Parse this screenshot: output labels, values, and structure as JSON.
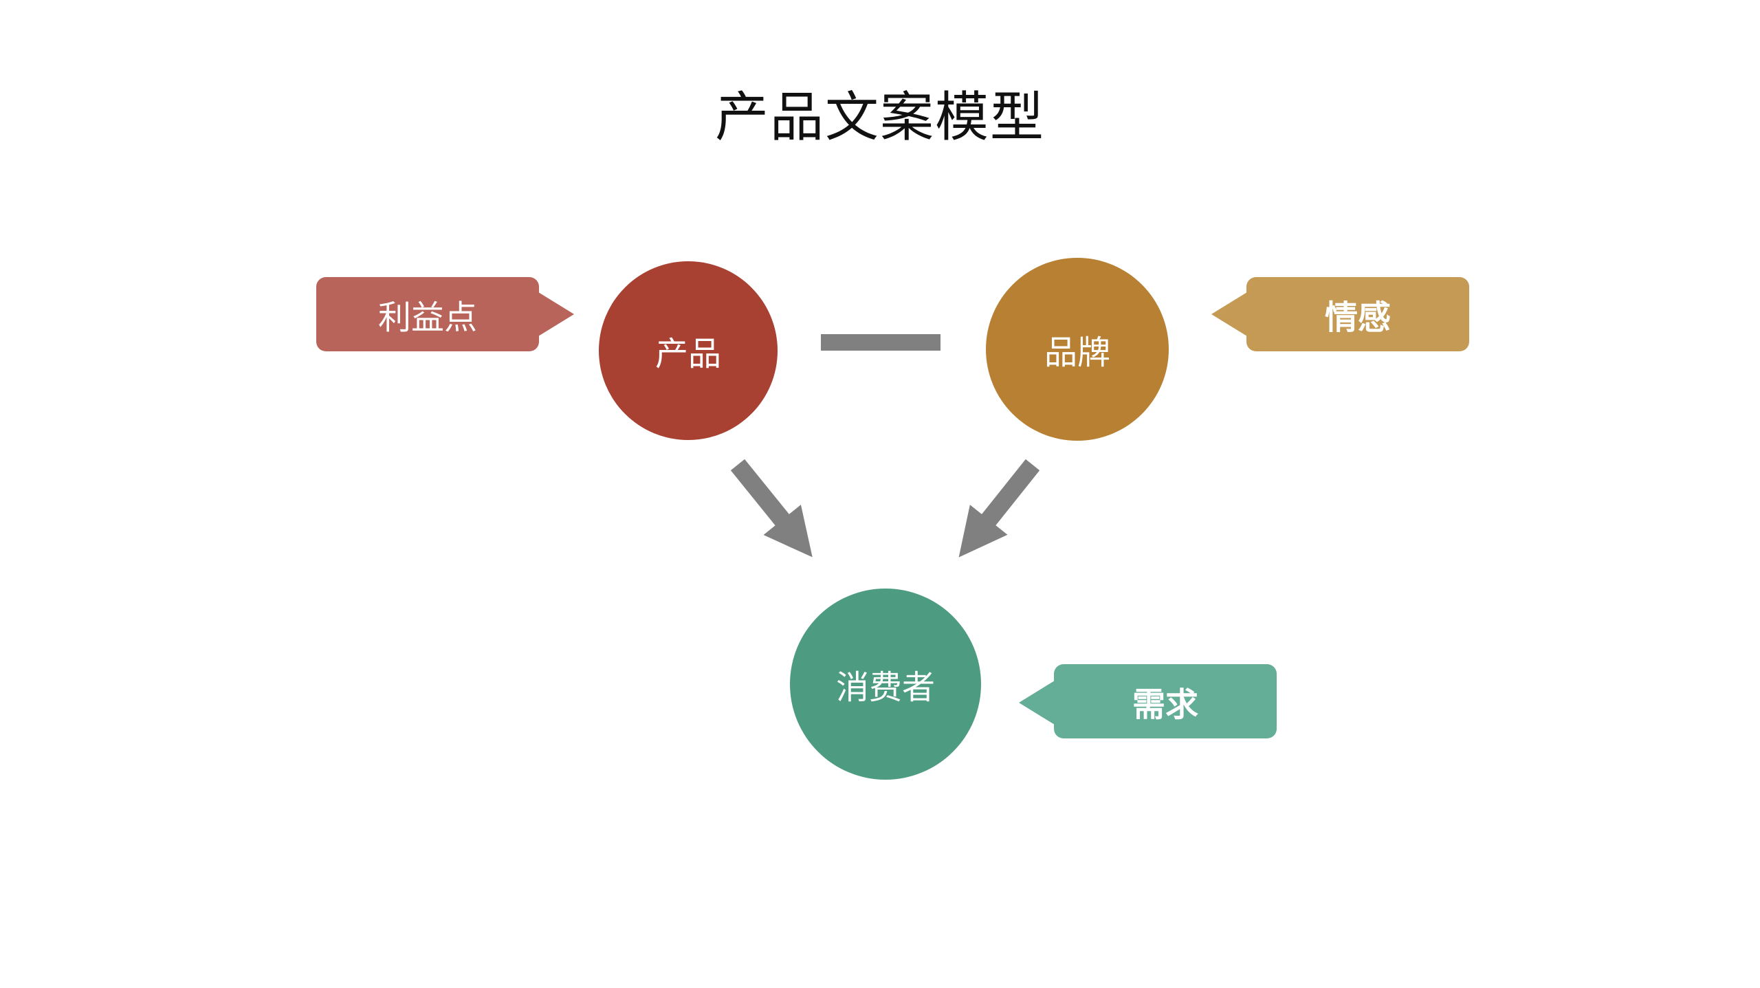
{
  "title": "产品文案模型",
  "nodes": {
    "product": {
      "label": "产品",
      "color": "#a84132"
    },
    "brand": {
      "label": "品牌",
      "color": "#b88033"
    },
    "consumer": {
      "label": "消费者",
      "color": "#4d9c81"
    }
  },
  "callouts": {
    "benefit": {
      "label": "利益点",
      "color": "#b8645a",
      "points_to": "product"
    },
    "emotion": {
      "label": "情感",
      "color": "#c49a55",
      "points_to": "brand"
    },
    "need": {
      "label": "需求",
      "color": "#64ae98",
      "points_to": "consumer"
    }
  },
  "connectors": {
    "color": "#808080",
    "links": [
      {
        "from": "product",
        "to": "brand",
        "style": "line"
      },
      {
        "from": "product",
        "to": "consumer",
        "style": "arrow"
      },
      {
        "from": "brand",
        "to": "consumer",
        "style": "arrow"
      }
    ]
  }
}
